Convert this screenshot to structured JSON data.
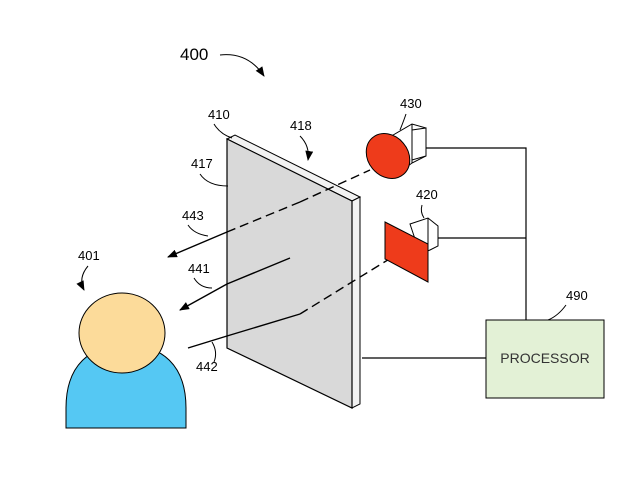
{
  "figure": {
    "number": "400",
    "labels": {
      "user": "401",
      "panel": "410",
      "panel_face": "417",
      "panel_edge": "418",
      "projector": "420",
      "camera": "430",
      "ray_441": "441",
      "ray_442": "442",
      "ray_443": "443",
      "processor": "490"
    },
    "processor_label": "PROCESSOR"
  },
  "colors": {
    "camera_lens": "#ee3b1b",
    "projector_lens": "#ee3b1b",
    "head": "#fcdb9a",
    "body": "#55c8f3",
    "panel_face": "#d9d9d9",
    "panel_edge": "#f2f2f2",
    "processor_fill": "#e3f1d6"
  }
}
